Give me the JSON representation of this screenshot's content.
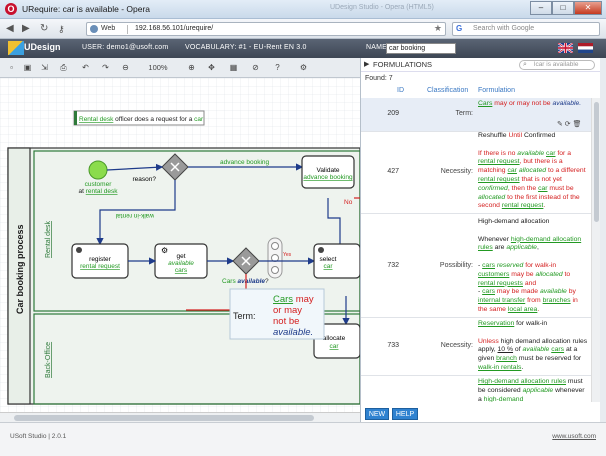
{
  "window": {
    "title": "URequire: car is available - Opera",
    "ghost_tab": "UDesign Studio - Opera (HTML5)"
  },
  "nav": {
    "web_label": "Web",
    "url": "192.168.56.101/urequire/",
    "search_placeholder": "Search with Google"
  },
  "app": {
    "logo": "UDesign",
    "user": "USER: demo1@usoft.com",
    "vocabulary": "VOCABULARY: #1 - EU-Rent EN 3.0",
    "name_label": "NAME:",
    "name_value": "car booking"
  },
  "toolbar": {
    "zoom": "100%"
  },
  "diagram": {
    "pool_title": "Car booking process",
    "lane1": "Rental desk",
    "lane2": "Back-Office",
    "note": {
      "pre": "Rental desk",
      "mid": " officer does a request for a ",
      "post": "car"
    },
    "start_label1": "customer",
    "start_label2": "at",
    "start_label3": "rental desk",
    "gw1_label": "reason?",
    "flow1": "advance booking",
    "flow2": "walk-in rental",
    "validate1": "Validate",
    "validate2": "advance booking",
    "register1": "register",
    "register2": "rental request",
    "get1": "get",
    "get2": "available",
    "get3": "cars",
    "gw2a": "Cars ",
    "gw2b": "available",
    "gw2c": "?",
    "select1": "select",
    "select2": "car",
    "allocate1": "allocate",
    "allocate2": "car",
    "red_no": "No",
    "red_yes": "Yes",
    "tooltip": {
      "label": "Term:",
      "l1a": "Cars",
      "l1b": " may",
      "l2": "or may",
      "l3": "not be",
      "l4": "available."
    }
  },
  "formulations": {
    "header": "FORMULATIONS",
    "filter_placeholder": "lcar is available",
    "found": "Found: 7",
    "columns": {
      "id": "ID",
      "classification": "Classification",
      "formulation": "Formulation"
    },
    "rows": [
      {
        "id": "209",
        "class": "Term:"
      },
      {
        "id": "427",
        "class": "Necessity:",
        "title_a": "Reshuffle ",
        "title_b": "Until",
        "title_c": " Confirmed"
      },
      {
        "id": "732",
        "class": "Possibility:",
        "title": "High-demand allocation"
      },
      {
        "id": "733",
        "class": "Necessity:"
      },
      {
        "id": "",
        "class": ""
      }
    ]
  },
  "buttons": {
    "new": "NEW",
    "help": "HELP"
  },
  "status": {
    "left": "USoft Studio | 2.0.1",
    "right": "www.usoft.com"
  }
}
